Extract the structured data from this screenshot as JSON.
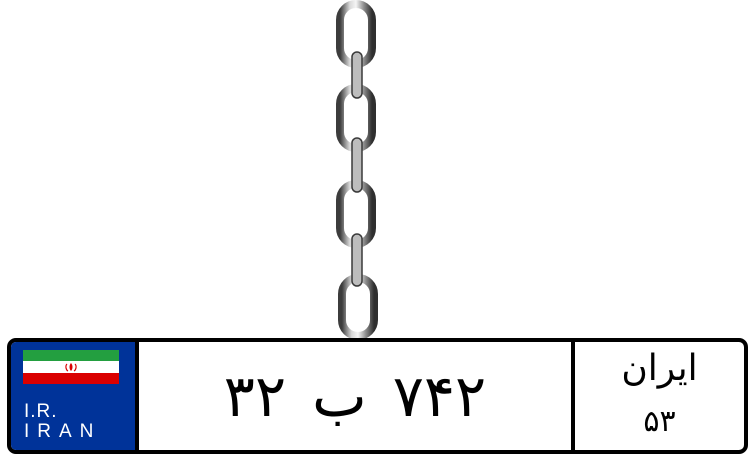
{
  "plate": {
    "country_code": "I.R.",
    "country_name": "IRAN",
    "digits_left": "۳۲",
    "letter": "ب",
    "digits_right": "۷۴۲",
    "region_label": "ایران",
    "region_code": "۵۳"
  },
  "icons": {
    "chain": "chain-icon",
    "flag": "iran-flag-icon",
    "emblem": "emblem-icon"
  },
  "colors": {
    "strip_blue": "#003399",
    "flag_green": "#239f40",
    "flag_white": "#ffffff",
    "flag_red": "#da0000",
    "chain_metal": "#a8a8a8"
  }
}
